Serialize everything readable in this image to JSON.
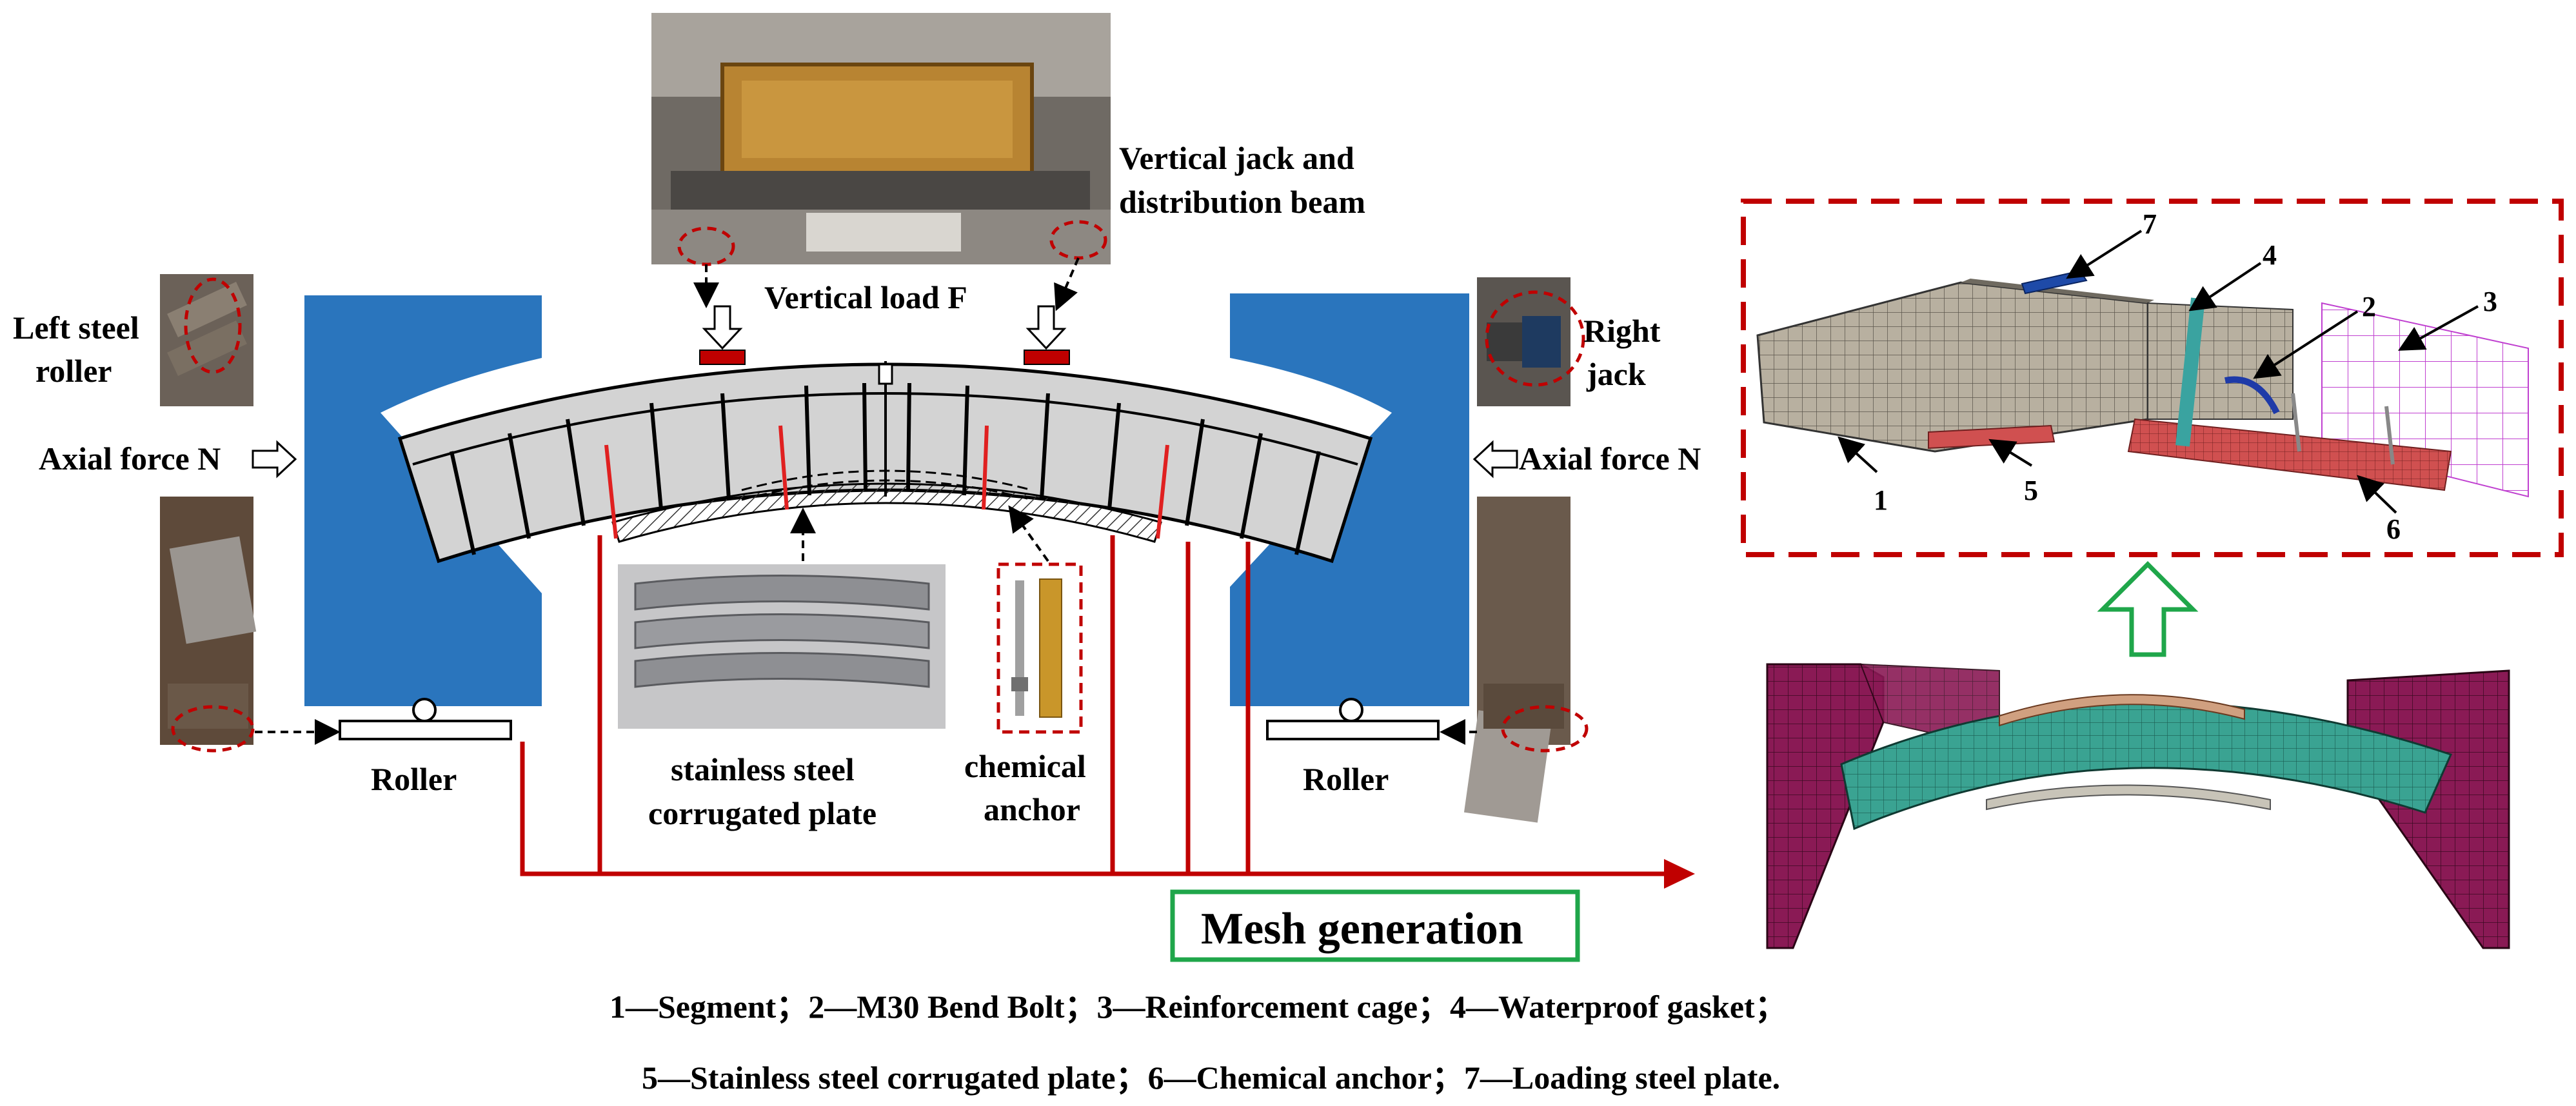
{
  "labels": {
    "vertical_jack": [
      "Vertical jack and",
      "distribution beam"
    ],
    "vertical_load": "Vertical load F",
    "left_roller": [
      "Left steel",
      "roller"
    ],
    "right_jack": [
      "Right",
      "jack"
    ],
    "axial_left": "Axial force N",
    "axial_right": "Axial force N",
    "roller_left": "Roller",
    "roller_right": "Roller",
    "corrugated": [
      "stainless steel",
      "corrugated plate"
    ],
    "anchor": [
      "chemical",
      "anchor"
    ],
    "mesh": "Mesh generation"
  },
  "fe_numbers": [
    "1",
    "2",
    "3",
    "4",
    "5",
    "6",
    "7"
  ],
  "legend": {
    "line1": "1—Segment；2—M30 Bend Bolt；3—Reinforcement cage；4—Waterproof gasket；",
    "line2": "5—Stainless steel corrugated plate；6—Chemical anchor；7—Loading steel plate."
  },
  "colors": {
    "support_blue": "#2a75bd",
    "red_line": "#c00000",
    "green_box": "#1fa64a",
    "fe_magenta": "#8a1a55",
    "fe_teal": "#2e9a8a",
    "fe_grey": "#b8b0a0"
  }
}
